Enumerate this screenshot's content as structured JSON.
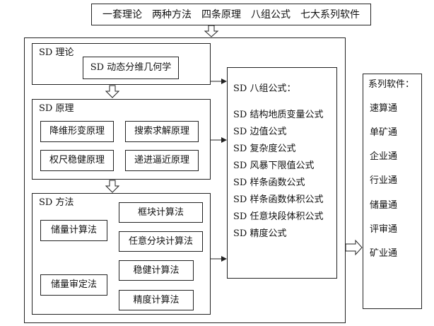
{
  "header": {
    "title": "一套理论　两种方法　四条原理　八组公式　七大系列软件"
  },
  "theory": {
    "label": "SD 理论",
    "item": "SD 动态分维几何学"
  },
  "principles": {
    "label": "SD 原理",
    "items": [
      "降维形变原理",
      "搜索求解原理",
      "权尺稳健原理",
      "递进逼近原理"
    ]
  },
  "methods": {
    "label": "SD 方法",
    "groups": [
      {
        "name": "储量计算法",
        "children": [
          "框块计算法",
          "任意分块计算法"
        ]
      },
      {
        "name": "储量审定法",
        "children": [
          "稳健计算法",
          "精度计算法"
        ]
      }
    ]
  },
  "formulas": {
    "title": "SD 八组公式：",
    "items": [
      "SD 结构地质变量公式",
      "SD 边值公式",
      "SD 复杂度公式",
      "SD 风暴下限值公式",
      "SD 样条函数公式",
      "SD 样条函数体积公式",
      "SD 任意块段体积公式",
      "SD 精度公式"
    ]
  },
  "software": {
    "title": "系列软件：",
    "items": [
      "速算通",
      "单矿通",
      "企业通",
      "行业通",
      "储量通",
      "评审通",
      "矿业通"
    ]
  }
}
